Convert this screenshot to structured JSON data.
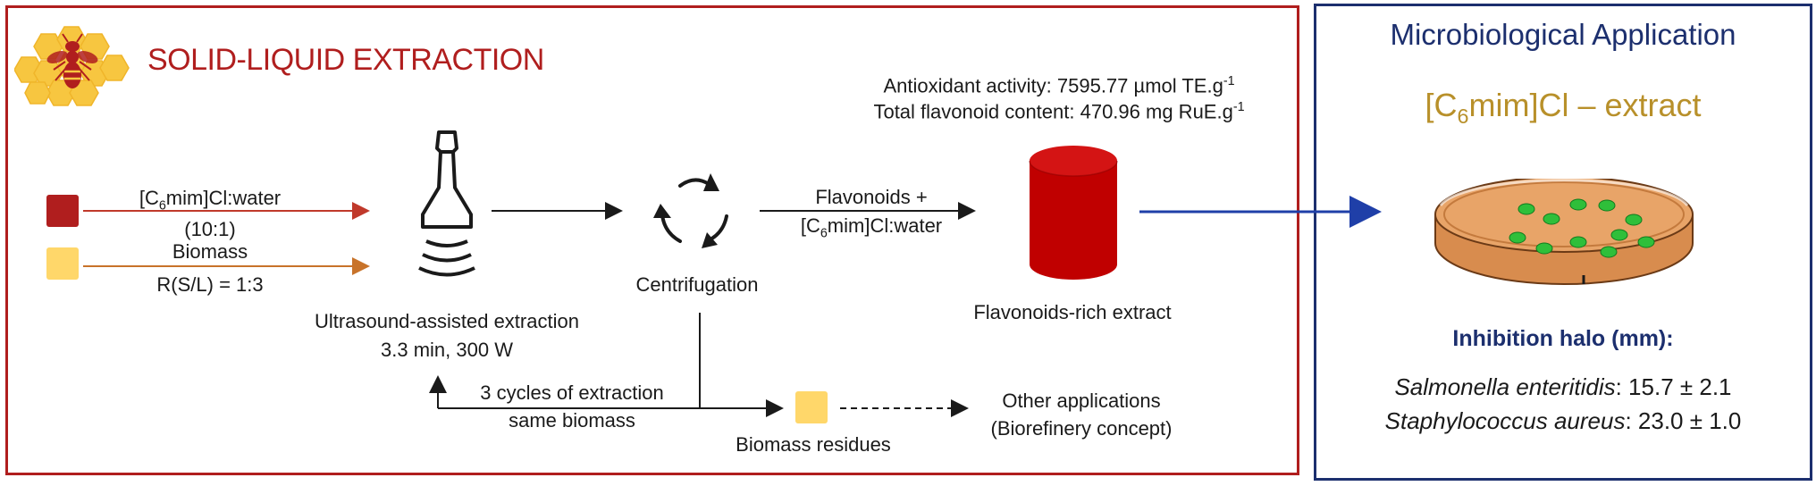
{
  "left_panel": {
    "title": "SOLID-LIQUID EXTRACTION",
    "solvent_label_pre": "[C",
    "solvent_label_sub": "6",
    "solvent_label_post": "mim]Cl:water",
    "solvent_ratio": "(10:1)",
    "biomass_label": "Biomass",
    "biomass_ratio": "R(S/L) = 1:3",
    "ultrasound_label": "Ultrasound-assisted extraction",
    "ultrasound_conditions": "3.3 min, 300 W",
    "centrifugation_label": "Centrifugation",
    "flow_label_line1": "Flavonoids +",
    "flow_label_line2_pre": "[C",
    "flow_label_line2_sub": "6",
    "flow_label_line2_post": "mim]Cl:water",
    "antioxidant_pre": "Antioxidant activity: 7595.77 µmol TE.g",
    "antioxidant_sup": "-1",
    "flavonoid_pre": "Total flavonoid content: 470.96 mg RuE.g",
    "flavonoid_sup": "-1",
    "extract_label": "Flavonoids-rich extract",
    "cycles_line1": "3 cycles of extraction",
    "cycles_line2": "same biomass",
    "residues_label": "Biomass residues",
    "other_line1": "Other applications",
    "other_line2": "(Biorefinery concept)"
  },
  "right_panel": {
    "title": "Microbiological Application",
    "extract_pre": "[C",
    "extract_sub": "6",
    "extract_post": "mim]Cl – extract",
    "halo_title": "Inhibition halo (mm):",
    "result1_organism": "Salmonella enteritidis",
    "result1_value": ": 15.7 ± 2.1",
    "result2_organism": "Staphylococcus aureus",
    "result2_value": ": 23.0 ± 1.0"
  },
  "colors": {
    "red": "#b01e1e",
    "navy": "#1c2f6e",
    "gold": "#b8902a",
    "biomass": "#ffd76a",
    "agar": "#e8a468",
    "colony": "#2fbf3a",
    "blue_arrow": "#1f3fa8"
  },
  "icons": {
    "logo": "honeycomb-bee-icon",
    "ultrasound": "ultrasound-probe-icon",
    "centrifuge": "recycle-arrows-icon",
    "extract": "red-cylinder-icon",
    "dish": "petri-dish-icon"
  }
}
